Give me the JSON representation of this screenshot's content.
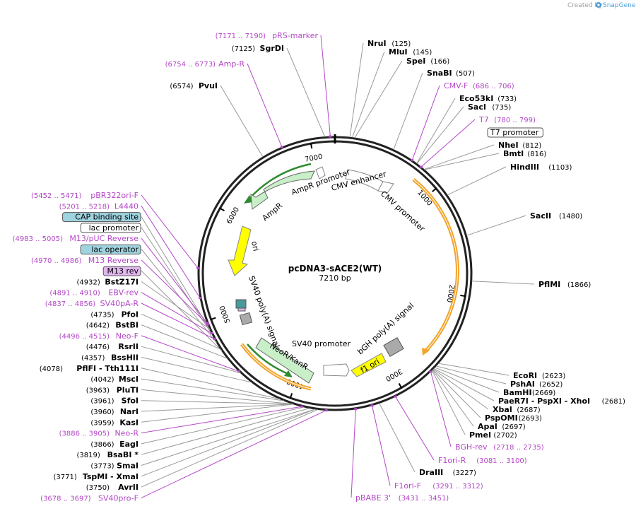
{
  "title": "pcDNA3-sACE2(WT)",
  "length_label": "7210 bp",
  "credit": "Created by",
  "brand": "SnapGene",
  "ticks": [
    "1000",
    "2000",
    "3000",
    "4000",
    "5000",
    "6000",
    "7000"
  ],
  "features": {
    "ampr_promoter": "AmpR promoter",
    "ampr": "AmpR",
    "ori": "ori",
    "cmv_enhancer": "CMV enhancer",
    "cmv_promoter": "CMV promoter",
    "sv40_polya": "SV40 poly(A) signal",
    "neor": "NeoR/KanR",
    "sv40_promoter": "SV40 promoter",
    "bgh_polya": "bGH poly(A) signal",
    "f1_ori": "f1 ori"
  },
  "left_labels": [
    {
      "text": "pBR322ori-F",
      "range": "(5452 .. 5471)",
      "kind": "primer"
    },
    {
      "text": "L4440",
      "range": "(5201 .. 5218)",
      "kind": "primer"
    },
    {
      "text": "CAP binding site",
      "range": "",
      "kind": "box-teal"
    },
    {
      "text": "lac promoter",
      "range": "",
      "kind": "box-white"
    },
    {
      "text": "M13/pUC Reverse",
      "range": "(4983 .. 5005)",
      "kind": "primer"
    },
    {
      "text": "lac operator",
      "range": "",
      "kind": "box-teal"
    },
    {
      "text": "M13 Reverse",
      "range": "(4970 .. 4986)",
      "kind": "primer"
    },
    {
      "text": "M13 rev",
      "range": "",
      "kind": "box-purple"
    },
    {
      "text": "BstZ17I",
      "range": "(4932)",
      "kind": "enzyme"
    },
    {
      "text": "EBV-rev",
      "range": "(4891 .. 4910)",
      "kind": "primer"
    },
    {
      "text": "SV40pA-R",
      "range": "(4837 .. 4856)",
      "kind": "primer"
    },
    {
      "text": "PfoI",
      "range": "(4735)",
      "kind": "enzyme"
    },
    {
      "text": "BstBI",
      "range": "(4642)",
      "kind": "enzyme"
    },
    {
      "text": "Neo-F",
      "range": "(4496 .. 4515)",
      "kind": "primer"
    },
    {
      "text": "RsrII",
      "range": "(4476)",
      "kind": "enzyme"
    },
    {
      "text": "BssHII",
      "range": "(4357)",
      "kind": "enzyme"
    },
    {
      "text": "PflFI - Tth111I",
      "range": "(4078)",
      "kind": "enzyme"
    },
    {
      "text": "MscI",
      "range": "(4042)",
      "kind": "enzyme"
    },
    {
      "text": "PluTI",
      "range": "(3963)",
      "kind": "enzyme"
    },
    {
      "text": "SfoI",
      "range": "(3961)",
      "kind": "enzyme"
    },
    {
      "text": "NarI",
      "range": "(3960)",
      "kind": "enzyme"
    },
    {
      "text": "KasI",
      "range": "(3959)",
      "kind": "enzyme"
    },
    {
      "text": "Neo-R",
      "range": "(3886 .. 3905)",
      "kind": "primer"
    },
    {
      "text": "EagI",
      "range": "(3866)",
      "kind": "enzyme"
    },
    {
      "text": "BsaBI *",
      "range": "(3819)",
      "kind": "enzyme"
    },
    {
      "text": "SmaI",
      "range": "(3773)",
      "kind": "enzyme"
    },
    {
      "text": "TspMI - XmaI",
      "range": "(3771)",
      "kind": "enzyme"
    },
    {
      "text": "AvrII",
      "range": "(3750)",
      "kind": "enzyme"
    },
    {
      "text": "SV40pro-F",
      "range": "(3678 .. 3697)",
      "kind": "primer"
    }
  ],
  "top_labels": [
    {
      "text": "pRS-marker",
      "range": "(7171 .. 7190)",
      "kind": "primer"
    },
    {
      "text": "SgrDI",
      "range": "(7125)",
      "kind": "enzyme"
    },
    {
      "text": "Amp-R",
      "range": "(6754 .. 6773)",
      "kind": "primer"
    },
    {
      "text": "PvuI",
      "range": "(6574)",
      "kind": "enzyme"
    }
  ],
  "right_labels": [
    {
      "text": "NruI",
      "range": "(125)",
      "kind": "enzyme"
    },
    {
      "text": "MluI",
      "range": "(145)",
      "kind": "enzyme"
    },
    {
      "text": "SpeI",
      "range": "(166)",
      "kind": "enzyme"
    },
    {
      "text": "SnaBI",
      "range": "(507)",
      "kind": "enzyme"
    },
    {
      "text": "CMV-F",
      "range": "(686 .. 706)",
      "kind": "primer"
    },
    {
      "text": "Eco53kI",
      "range": "(733)",
      "kind": "enzyme"
    },
    {
      "text": "SacI",
      "range": "(735)",
      "kind": "enzyme"
    },
    {
      "text": "T7",
      "range": "(780 .. 799)",
      "kind": "primer"
    },
    {
      "text": "T7 promoter",
      "range": "",
      "kind": "box-white"
    },
    {
      "text": "NheI",
      "range": "(812)",
      "kind": "enzyme"
    },
    {
      "text": "BmtI",
      "range": "(816)",
      "kind": "enzyme"
    },
    {
      "text": "HindIII",
      "range": "(1103)",
      "kind": "enzyme"
    },
    {
      "text": "SacII",
      "range": "(1480)",
      "kind": "enzyme"
    },
    {
      "text": "PflMI",
      "range": "(1866)",
      "kind": "enzyme"
    },
    {
      "text": "EcoRI",
      "range": "(2623)",
      "kind": "enzyme"
    },
    {
      "text": "PshAI",
      "range": "(2652)",
      "kind": "enzyme"
    },
    {
      "text": "BamHI",
      "range": "(2669)",
      "kind": "enzyme"
    },
    {
      "text": "PaeR7I - PspXI - XhoI",
      "range": "(2681)",
      "kind": "enzyme"
    },
    {
      "text": "XbaI",
      "range": "(2687)",
      "kind": "enzyme"
    },
    {
      "text": "PspOMI",
      "range": "(2693)",
      "kind": "enzyme"
    },
    {
      "text": "ApaI",
      "range": "(2697)",
      "kind": "enzyme"
    },
    {
      "text": "PmeI",
      "range": "(2702)",
      "kind": "enzyme"
    },
    {
      "text": "BGH-rev",
      "range": "(2718 .. 2735)",
      "kind": "primer"
    },
    {
      "text": "F1ori-R",
      "range": "(3081 .. 3100)",
      "kind": "primer"
    },
    {
      "text": "DraIII",
      "range": "(3227)",
      "kind": "enzyme"
    },
    {
      "text": "F1ori-F",
      "range": "(3291 .. 3312)",
      "kind": "primer"
    },
    {
      "text": "pBABE 3'",
      "range": "(3431 .. 3451)",
      "kind": "primer"
    }
  ]
}
